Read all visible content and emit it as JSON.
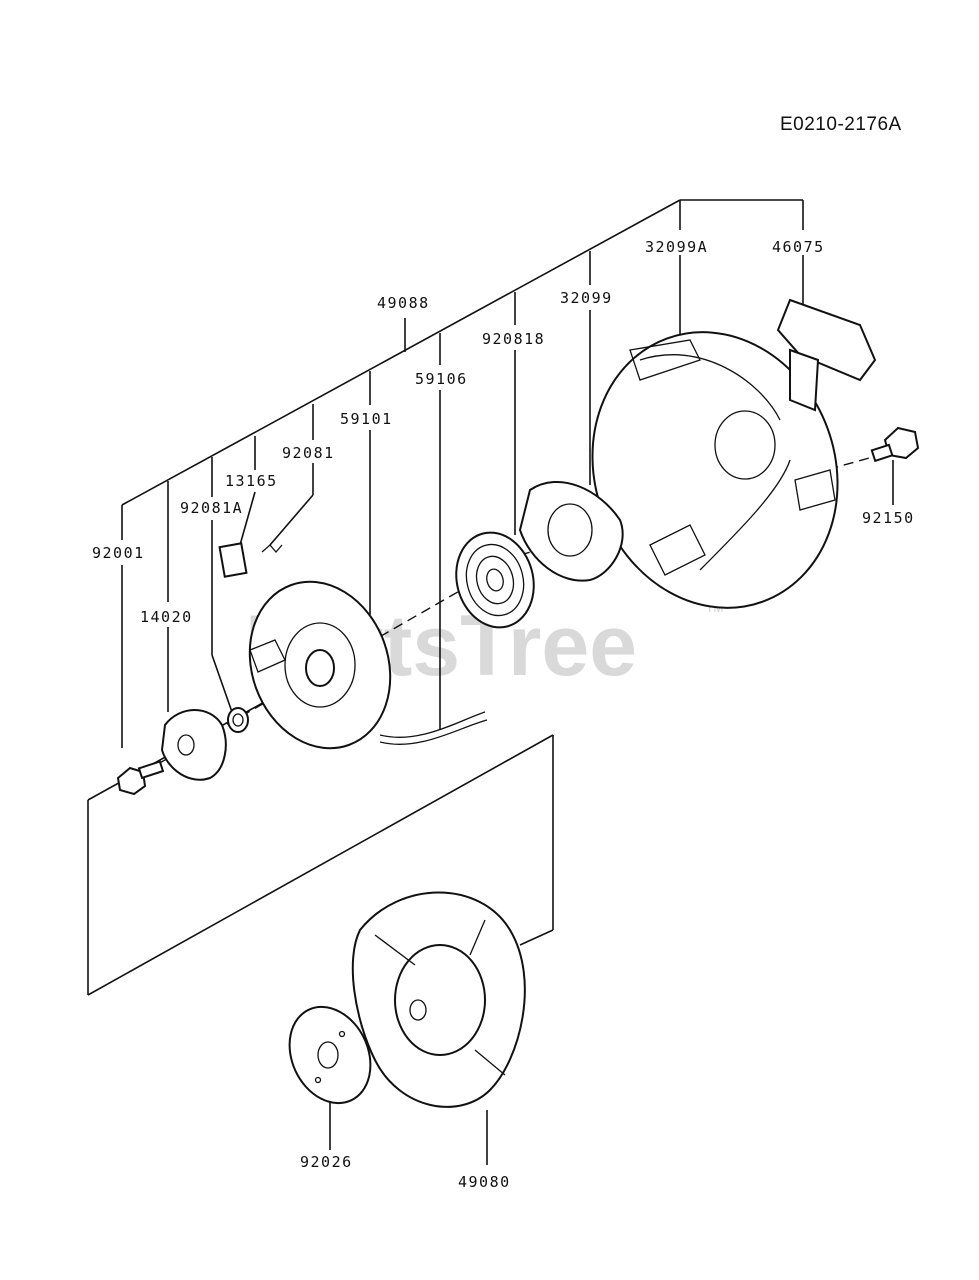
{
  "diagram_code": "E0210-2176A",
  "watermark": "PartsTree",
  "watermark_tm": "TM",
  "parts": {
    "p46075": "46075",
    "p32099A": "32099A",
    "p32099": "32099",
    "p49088": "49088",
    "p920818": "920818",
    "p59106": "59106",
    "p59101": "59101",
    "p92081": "92081",
    "p13165": "13165",
    "p92081A": "92081A",
    "p92001": "92001",
    "p14020": "14020",
    "p92150": "92150",
    "p92026": "92026",
    "p49080": "49080"
  }
}
